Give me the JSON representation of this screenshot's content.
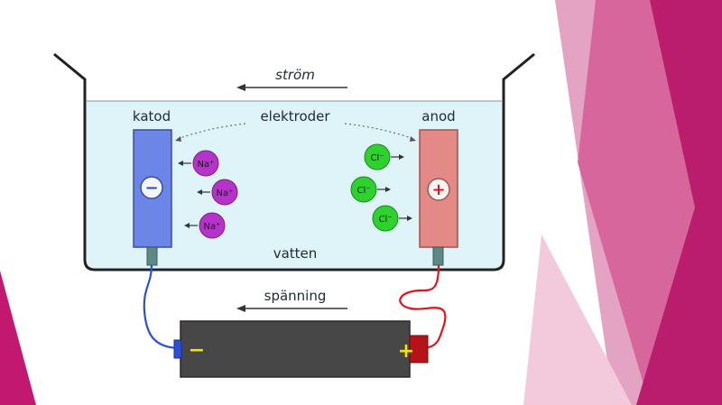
{
  "labels": {
    "current": "ström",
    "cathode": "katod",
    "electrodes": "elektroder",
    "anode": "anod",
    "water": "vatten",
    "voltage": "spänning"
  },
  "electrodes": {
    "cathode_sign": "−",
    "anode_sign": "+"
  },
  "battery": {
    "negative_sign": "−",
    "positive_sign": "+"
  },
  "ions": {
    "sodium": [
      "Na⁺",
      "Na⁺",
      "Na⁺"
    ],
    "chloride": [
      "Cl⁻",
      "Cl⁻",
      "Cl⁻"
    ]
  },
  "colors": {
    "water": "#dff4f8",
    "cathode": "#6b86e6",
    "anode": "#e48a86",
    "sodium_ion": "#b533c8",
    "chloride_ion": "#2fd12f",
    "battery_body": "#474747",
    "battery_terminal_sign": "#f2e600",
    "wire_negative": "#2d4fd8",
    "wire_positive": "#e0141a",
    "accent_magenta": "#c2186f"
  }
}
